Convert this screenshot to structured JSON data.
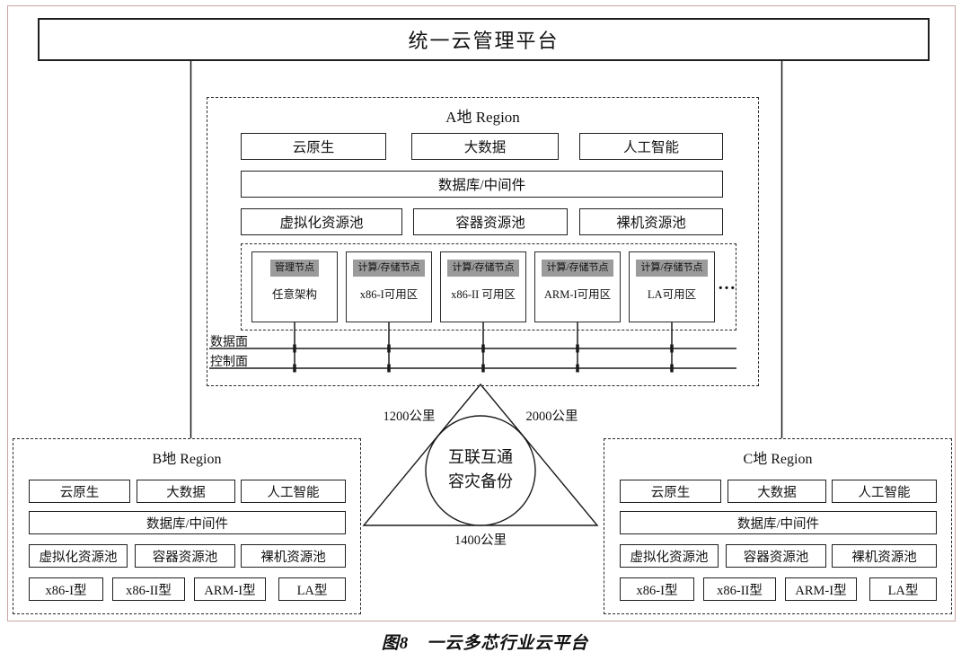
{
  "platform_title": "统一云管理平台",
  "caption": "图8　一云多芯行业云平台",
  "colors": {
    "frame_border": "#c9a3a3",
    "node_header_bg": "#9b9b9b"
  },
  "region_a": {
    "title": "A地 Region",
    "services": [
      "云原生",
      "大数据",
      "人工智能"
    ],
    "middleware": "数据库/中间件",
    "pools": [
      "虚拟化资源池",
      "容器资源池",
      "裸机资源池"
    ],
    "nodes": [
      {
        "header": "管理节点",
        "zone": "任意架构"
      },
      {
        "header": "计算/存储节点",
        "zone": "x86-I可用区"
      },
      {
        "header": "计算/存储节点",
        "zone": "x86-II 可用区"
      },
      {
        "header": "计算/存储节点",
        "zone": "ARM-I可用区"
      },
      {
        "header": "计算/存储节点",
        "zone": "LA可用区"
      }
    ],
    "ellipsis": "…",
    "planes": {
      "data": "数据面",
      "control": "控制面"
    }
  },
  "region_b": {
    "title": "B地 Region",
    "services": [
      "云原生",
      "大数据",
      "人工智能"
    ],
    "middleware": "数据库/中间件",
    "pools": [
      "虚拟化资源池",
      "容器资源池",
      "裸机资源池"
    ],
    "chips": [
      "x86-I型",
      "x86-II型",
      "ARM-I型",
      "LA型"
    ]
  },
  "region_c": {
    "title": "C地 Region",
    "services": [
      "云原生",
      "大数据",
      "人工智能"
    ],
    "middleware": "数据库/中间件",
    "pools": [
      "虚拟化资源池",
      "容器资源池",
      "裸机资源池"
    ],
    "chips": [
      "x86-I型",
      "x86-II型",
      "ARM-I型",
      "LA型"
    ]
  },
  "hub": {
    "line1": "互联互通",
    "line2": "容灾备份",
    "distance_left": "1200公里",
    "distance_right": "2000公里",
    "distance_bottom": "1400公里"
  }
}
